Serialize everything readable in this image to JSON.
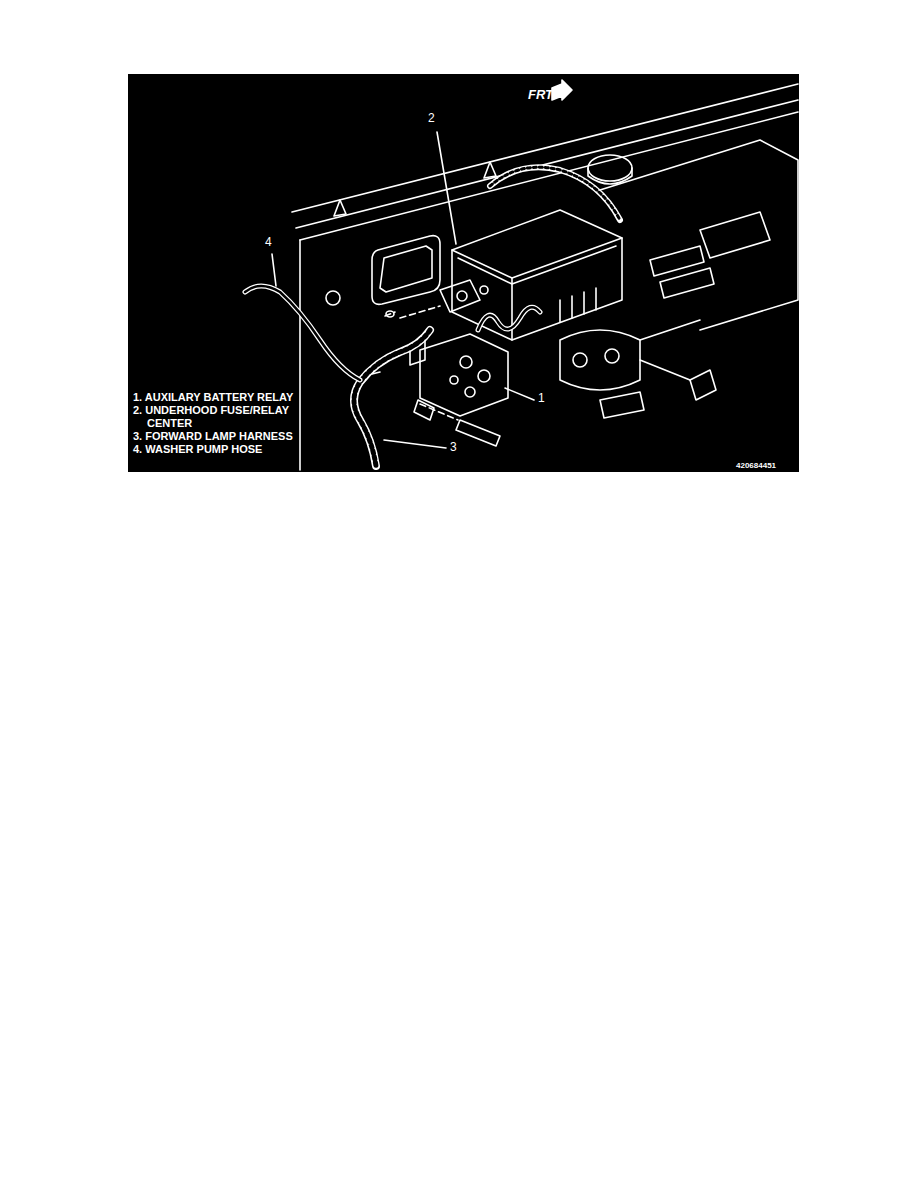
{
  "diagram": {
    "labels": [
      "FRT",
      "2",
      "4",
      "1",
      "3",
      "1. AUXILARY BATTERY RELAY",
      "2. UNDERHOOD FUSE/RELAY CENTER",
      "3. FORWARD LAMP HARNESS",
      "4. WASHER PUMP HOSE",
      "420684451"
    ]
  }
}
